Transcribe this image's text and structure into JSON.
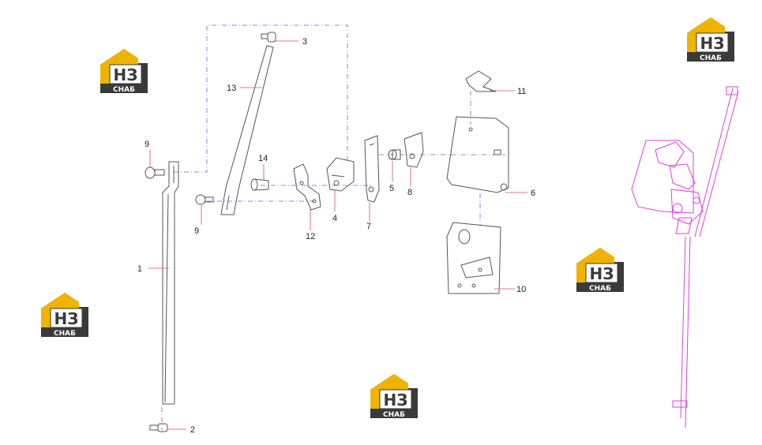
{
  "diagram": {
    "callouts": [
      {
        "id": "c1",
        "label": "1"
      },
      {
        "id": "c2",
        "label": "2"
      },
      {
        "id": "c3",
        "label": "3"
      },
      {
        "id": "c4",
        "label": "4"
      },
      {
        "id": "c5",
        "label": "5"
      },
      {
        "id": "c6",
        "label": "6"
      },
      {
        "id": "c7",
        "label": "7"
      },
      {
        "id": "c8",
        "label": "8"
      },
      {
        "id": "c9a",
        "label": "9"
      },
      {
        "id": "c9b",
        "label": "9"
      },
      {
        "id": "c10",
        "label": "10"
      },
      {
        "id": "c11",
        "label": "11"
      },
      {
        "id": "c12",
        "label": "12"
      },
      {
        "id": "c13",
        "label": "13"
      },
      {
        "id": "c14",
        "label": "14"
      }
    ]
  },
  "watermark": {
    "letters": "НЗ",
    "caption": "СНАБ",
    "colors": {
      "roof": "#f0b400",
      "dark": "#3a3a3a",
      "text": "#ffffff"
    }
  },
  "colors": {
    "part_line": "#555555",
    "leader": "#d44c6a",
    "dash": "#6a6adb",
    "assembly": "#e040e0"
  }
}
